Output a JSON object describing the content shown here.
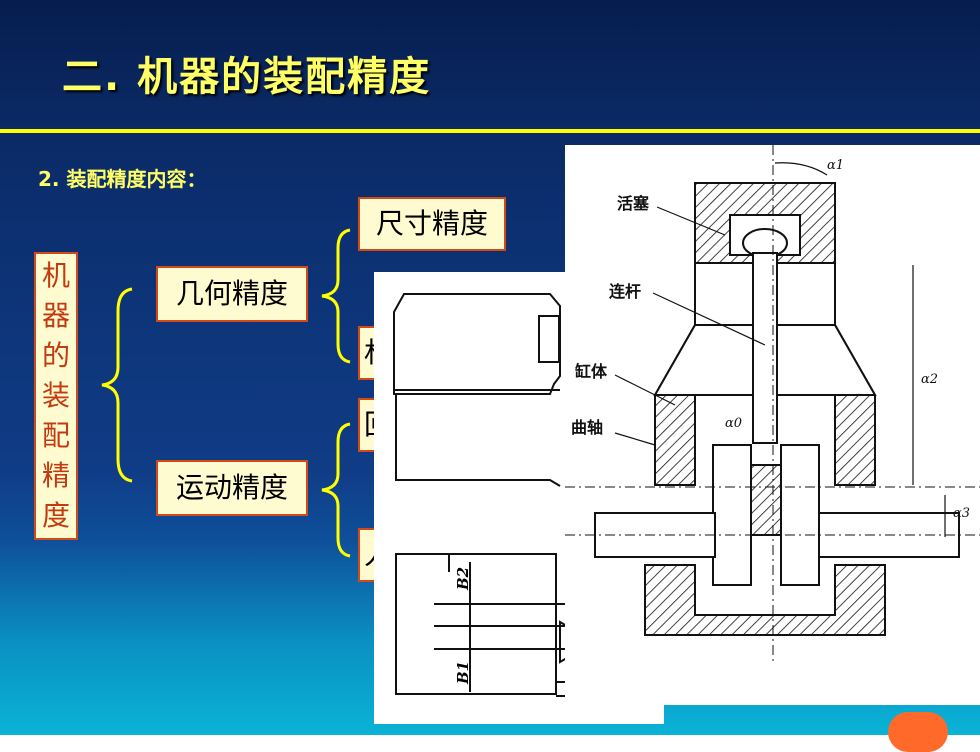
{
  "slide": {
    "title": "二. 机器的装配精度",
    "subtitle": "2. 装配精度内容：",
    "vertical_label": [
      "机",
      "器",
      "的",
      "装",
      "配",
      "精",
      "度"
    ],
    "level2": {
      "geometric": "几何精度",
      "motion": "运动精度"
    },
    "level3": {
      "dimension": "尺寸精度",
      "partial_1": "材",
      "partial_2": "回",
      "partial_3": "人"
    }
  },
  "engine_diagram": {
    "labels": {
      "piston": "活塞",
      "rod": "连杆",
      "cylinder": "缸体",
      "crankshaft": "曲轴",
      "a1": "α1",
      "a2": "α2",
      "a3": "α3",
      "a0": "α0"
    }
  },
  "fixture_diagram": {
    "labels": {
      "b2": "B2",
      "b1": "B1"
    }
  },
  "colors": {
    "accent_yellow": "#ffff66",
    "box_border": "#d24a18",
    "box_fill": "#fffbd0"
  }
}
